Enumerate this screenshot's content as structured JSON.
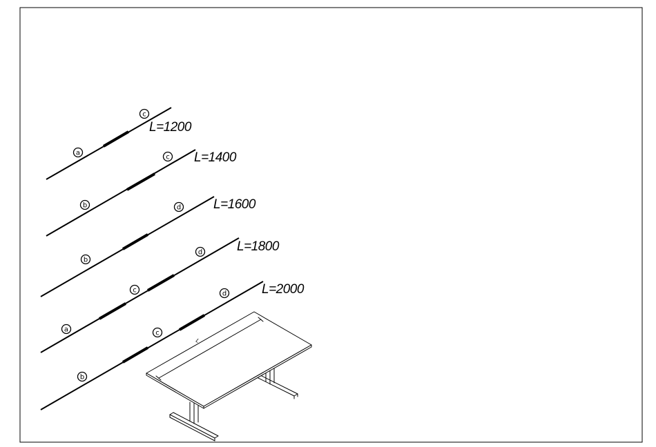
{
  "rails": [
    {
      "length_label": "L=1200",
      "markers": [
        "a",
        "c"
      ]
    },
    {
      "length_label": "L=1400",
      "markers": [
        "b",
        "c"
      ]
    },
    {
      "length_label": "L=1600",
      "markers": [
        "b",
        "d"
      ]
    },
    {
      "length_label": "L=1800",
      "markers": [
        "a",
        "c",
        "d"
      ]
    },
    {
      "length_label": "L=2000",
      "markers": [
        "b",
        "c",
        "d"
      ]
    }
  ],
  "table": {
    "dimension_label": "L"
  }
}
